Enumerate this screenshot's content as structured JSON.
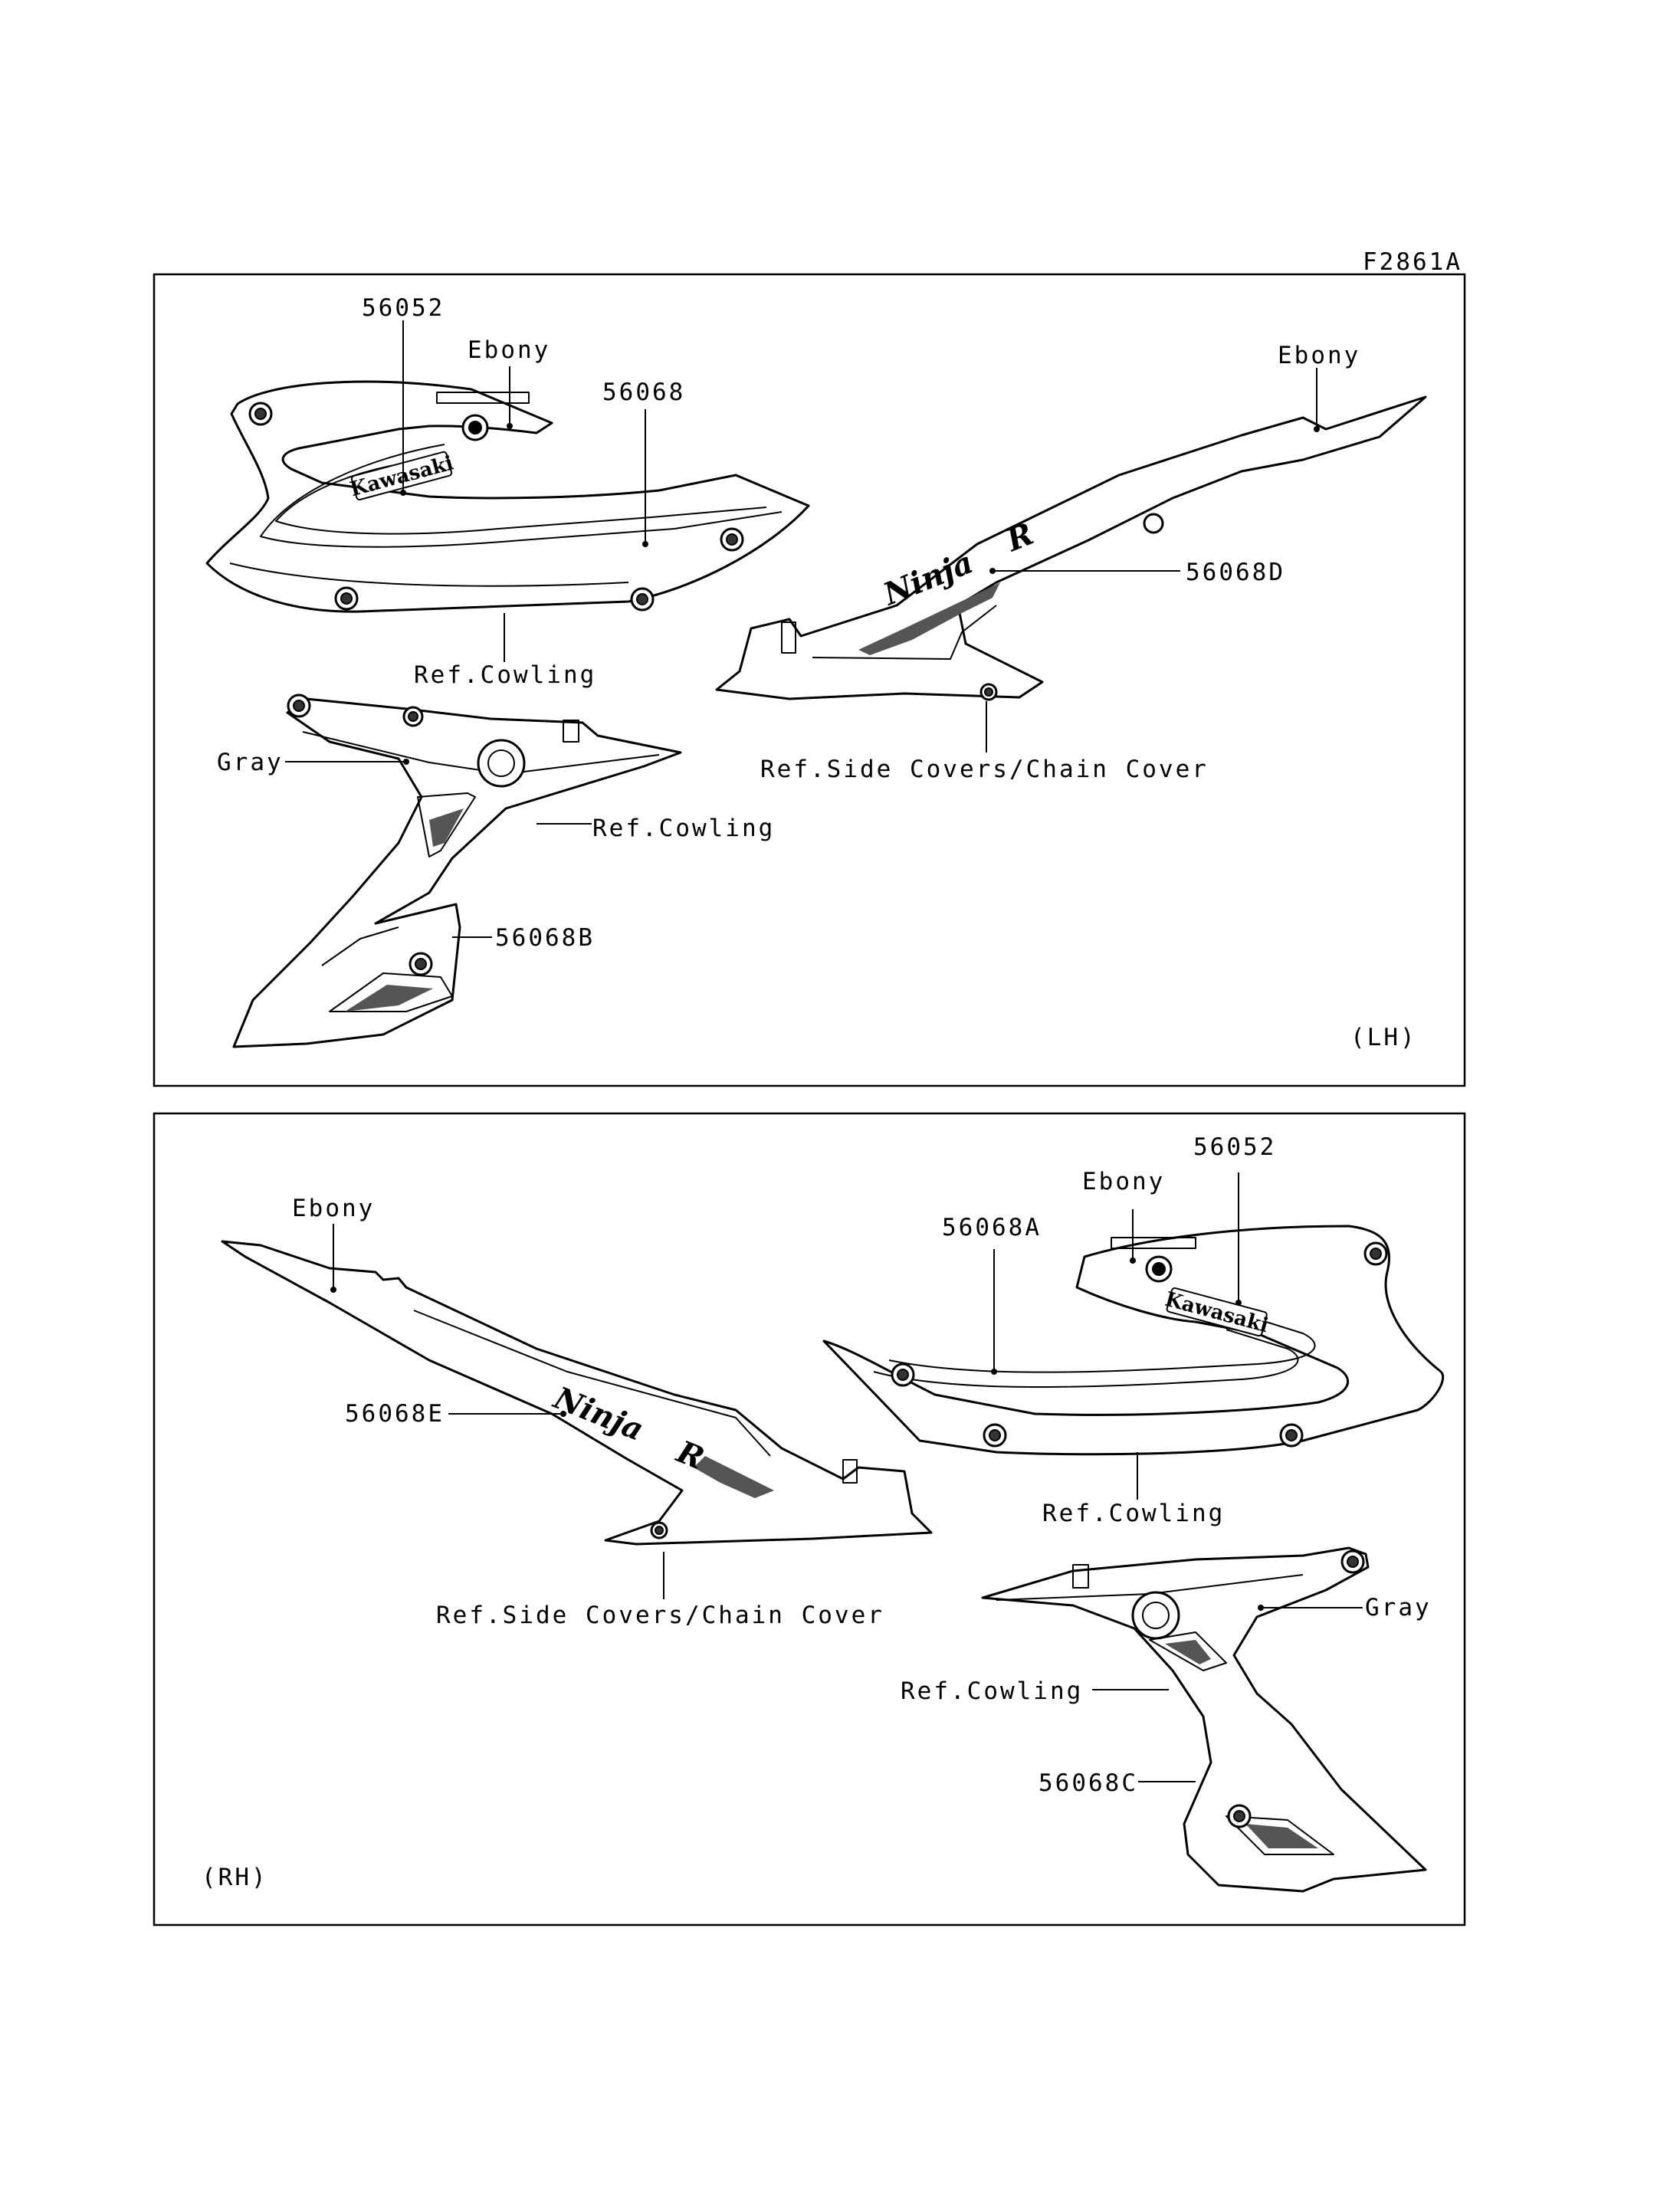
{
  "figure_code": "F2861A",
  "panels": {
    "lh": {
      "side_label": "(LH)",
      "callouts": {
        "part_56052": "56052",
        "part_56068": "56068",
        "part_56068d": "56068D",
        "part_56068b": "56068B",
        "ebony_front": "Ebony",
        "ebony_tail": "Ebony",
        "gray": "Gray",
        "ref_cowling_upper": "Ref.Cowling",
        "ref_cowling_lower": "Ref.Cowling",
        "ref_side_covers": "Ref.Side Covers/Chain Cover"
      }
    },
    "rh": {
      "side_label": "(RH)",
      "callouts": {
        "part_56052": "56052",
        "part_56068a": "56068A",
        "part_56068e": "56068E",
        "part_56068c": "56068C",
        "ebony_front": "Ebony",
        "ebony_tail": "Ebony",
        "gray": "Gray",
        "ref_cowling_upper": "Ref.Cowling",
        "ref_cowling_lower": "Ref.Cowling",
        "ref_side_covers": "Ref.Side Covers/Chain Cover"
      }
    }
  },
  "decal_text": {
    "brand": "Kawasaki",
    "model_script": "Ninja",
    "model_suffix": "R"
  }
}
